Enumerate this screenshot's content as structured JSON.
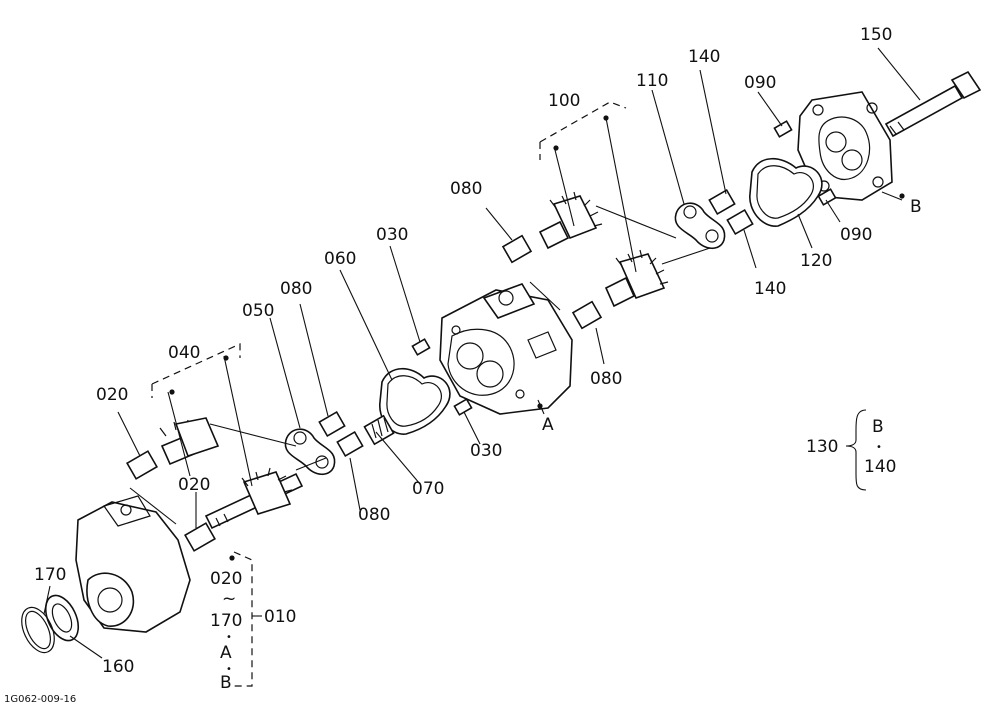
{
  "diagram": {
    "drawing_code": "1G062-009-16",
    "part_labels": {
      "p150": "150",
      "p140a": "140",
      "p090a": "090",
      "p110": "110",
      "p100": "100",
      "p080a": "080",
      "p030a": "030",
      "p060": "060",
      "p080b": "080",
      "p050": "050",
      "p040": "040",
      "p020a": "020",
      "p020b": "020",
      "p170": "170",
      "p160": "160",
      "p080c": "080",
      "p070": "070",
      "p030b": "030",
      "p080d": "080",
      "p120": "120",
      "p140b": "140",
      "p090b": "090",
      "pB": "B",
      "pA": "A"
    },
    "bracket_010": {
      "top": "020",
      "tilde": "~",
      "mid": "170",
      "dot1": "•",
      "a": "A",
      "dot2": "•",
      "b": "B",
      "label": "010"
    },
    "bracket_130": {
      "label": "130",
      "top": "B",
      "dot": "•",
      "bottom": "140"
    }
  }
}
